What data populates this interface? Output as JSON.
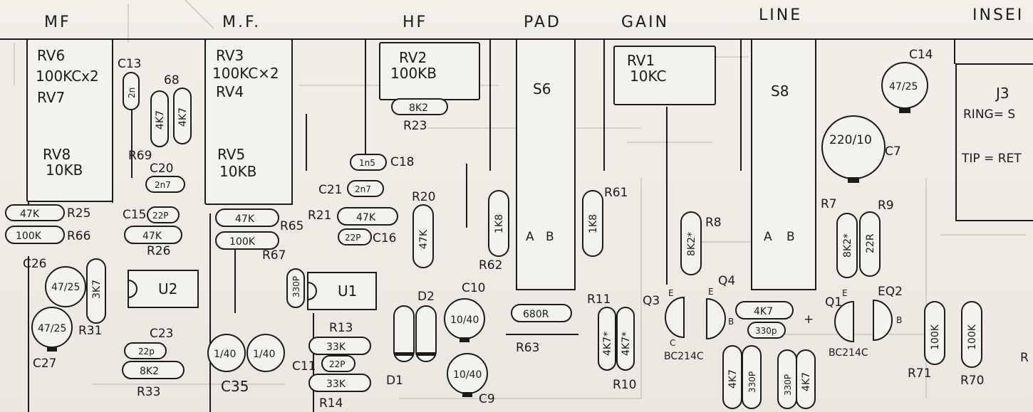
{
  "headers": {
    "mf1": "MF",
    "mf2": "M.F.",
    "hf": "HF",
    "pad": "PAD",
    "gain": "GAIN",
    "line": "LINE",
    "insert": "INSEI"
  },
  "pots": {
    "rv6": "RV6",
    "rv6_val": "100KCx2",
    "rv7": "RV7",
    "rv8": "RV8",
    "rv8_val": "10KB",
    "rv3": "RV3",
    "rv3_val": "100KC×2",
    "rv4": "RV4",
    "rv5": "RV5",
    "rv5_val": "10KB",
    "rv2": "RV2",
    "rv2_val": "100KB",
    "rv1": "RV1",
    "rv1_val": "10KC"
  },
  "switches": {
    "s6": "S6",
    "s8": "S8",
    "a": "A",
    "b": "B"
  },
  "ics": {
    "u1": "U1",
    "u2": "U2"
  },
  "jack": {
    "j3": "J3",
    "ring": "RING= S",
    "tip": "TIP = RET"
  },
  "resistors": {
    "r25": "R25",
    "r25_val": "47K",
    "r66": "R66",
    "r66_val": "100K",
    "r26": "R26",
    "r26_val": "47K",
    "r69": "R69",
    "r65": "R65",
    "r65_val": "47K",
    "r67": "R67",
    "r67_val": "100K",
    "r21": "R21",
    "r21_val": "47K",
    "r20": "R20",
    "r20_val": "47K",
    "r23": "R23",
    "r23_val": "8K2",
    "r62": "R62",
    "r62_val": "1K8",
    "r61": "R61",
    "r61_val": "1K8",
    "r63": "R63",
    "r63_val": "680R",
    "r8": "R8",
    "r8_val": "8K2*",
    "r7": "R7",
    "r7_val": "8K2*",
    "r9": "R9",
    "r9_val": "22R",
    "r11": "R11",
    "r11_val": "4K7*",
    "r10": "R10",
    "r10_val": "4K7*",
    "r13": "R13",
    "r13_val": "33K",
    "r14": "R14",
    "r14_val": "33K",
    "r31": "R31",
    "r31_val": "3K7",
    "r33": "R33",
    "r33_val": "8K2",
    "r71": "R71",
    "r71_val": "100K",
    "r70": "R70",
    "r70_val": "100K",
    "r69a_val": "4K7",
    "r69b_val": "4K7",
    "q4r_val": "4K7",
    "lowr1_val": "4K7",
    "lowr2_val": "4K7"
  },
  "capacitors": {
    "c13": "C13",
    "c13_val": "2n",
    "c20": "C20",
    "c20_val": "2n7",
    "c15": "C15",
    "c15_val": "22P",
    "c21": "C21",
    "c21_val": "2n7",
    "c18": "C18",
    "c18_val": "1n5",
    "c16": "C16",
    "c16_val": "22P",
    "c26": "C26",
    "c26_val": "47/25",
    "c27": "C27",
    "c27_val": "47/25",
    "c23": "C23",
    "c23_val": "22p",
    "c35": "C35",
    "c35_val": "1/40",
    "c11": "C11",
    "c11_val": "22P",
    "c10": "C10",
    "c10_val": "10/40",
    "c9": "C9",
    "c9_val": "10/40",
    "c14": "C14",
    "c14_val": "47/25",
    "c7": "C7",
    "c7_val": "220/10",
    "u1cap_val": "330P",
    "q4cap_val": "330p",
    "lowc1_val": "330P",
    "lowc2_val": "330P",
    "six8": "68"
  },
  "diodes": {
    "d1": "D1",
    "d2": "D2"
  },
  "transistors": {
    "q1": "Q1",
    "q2": "Q2",
    "q3": "Q3",
    "q4": "Q4",
    "bc1": "BC214C",
    "bc2": "BC214C",
    "e": "E",
    "b": "B",
    "c": "C",
    "plus": "+"
  },
  "misc": {
    "eq2": "EQ2",
    "edge_r": "R"
  }
}
